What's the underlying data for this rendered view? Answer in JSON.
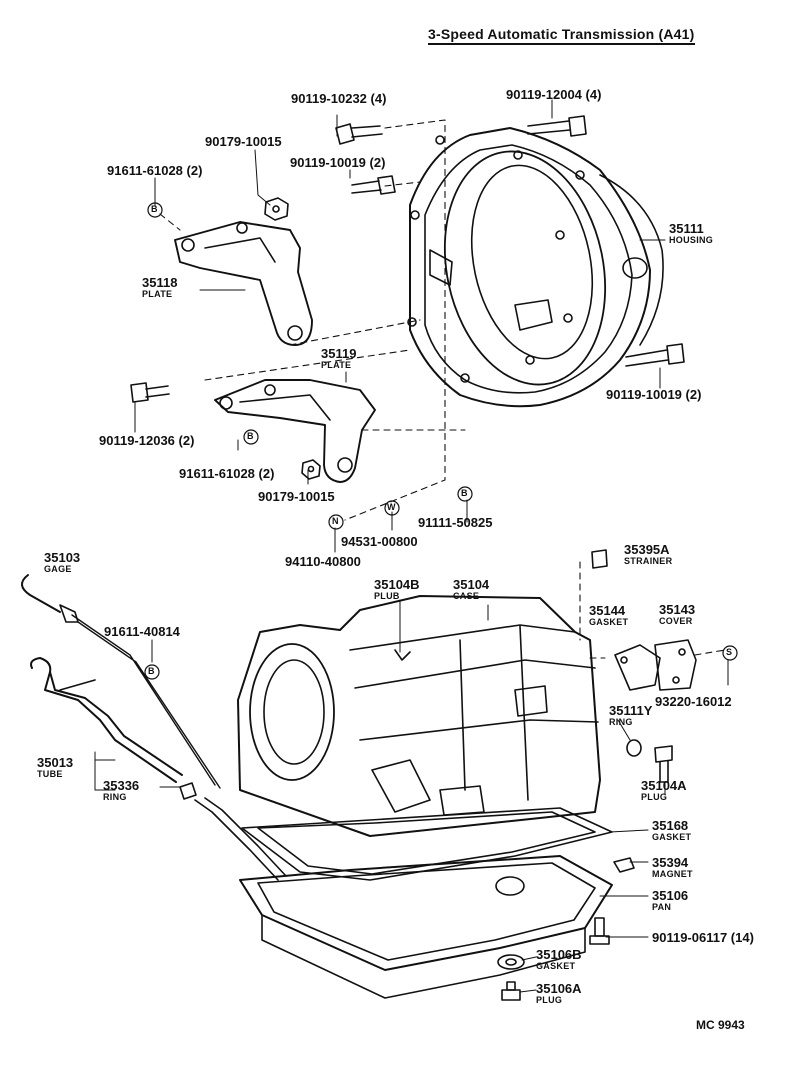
{
  "title": "3-Speed Automatic Transmission (A41)",
  "code": "MC 9943",
  "labels": [
    {
      "part": "90119-10232 (4)"
    },
    {
      "part": "90119-12004 (4)"
    },
    {
      "part": "90179-10015"
    },
    {
      "part": "90119-10019 (2)"
    },
    {
      "part": "91611-61028 (2)"
    },
    {
      "part": "35111",
      "name": "HOUSING"
    },
    {
      "part": "35118",
      "name": "PLATE"
    },
    {
      "part": "35119",
      "name": "PLATE"
    },
    {
      "part": "90119-10019 (2)"
    },
    {
      "part": "90119-12036 (2)"
    },
    {
      "part": "91611-61028 (2)"
    },
    {
      "part": "90179-10015"
    },
    {
      "part": "91111-50825"
    },
    {
      "part": "94531-00800"
    },
    {
      "part": "94110-40800"
    },
    {
      "part": "35103",
      "name": "GAGE"
    },
    {
      "part": "35395A",
      "name": "STRAINER"
    },
    {
      "part": "35104B",
      "name": "PLUB"
    },
    {
      "part": "35104",
      "name": "CASE"
    },
    {
      "part": "35144",
      "name": "GASKET"
    },
    {
      "part": "35143",
      "name": "COVER"
    },
    {
      "part": "91611-40814"
    },
    {
      "part": "93220-16012"
    },
    {
      "part": "35111Y",
      "name": "RING"
    },
    {
      "part": "35013",
      "name": "TUBE"
    },
    {
      "part": "35336",
      "name": "RING"
    },
    {
      "part": "35104A",
      "name": "PLUG"
    },
    {
      "part": "35168",
      "name": "GASKET"
    },
    {
      "part": "35394",
      "name": "MAGNET"
    },
    {
      "part": "35106",
      "name": "PAN"
    },
    {
      "part": "90119-06117 (14)"
    },
    {
      "part": "35106B",
      "name": "GASKET"
    },
    {
      "part": "35106A",
      "name": "PLUG"
    }
  ],
  "markers": [
    "B",
    "B",
    "N",
    "W",
    "B",
    "B",
    "S"
  ]
}
